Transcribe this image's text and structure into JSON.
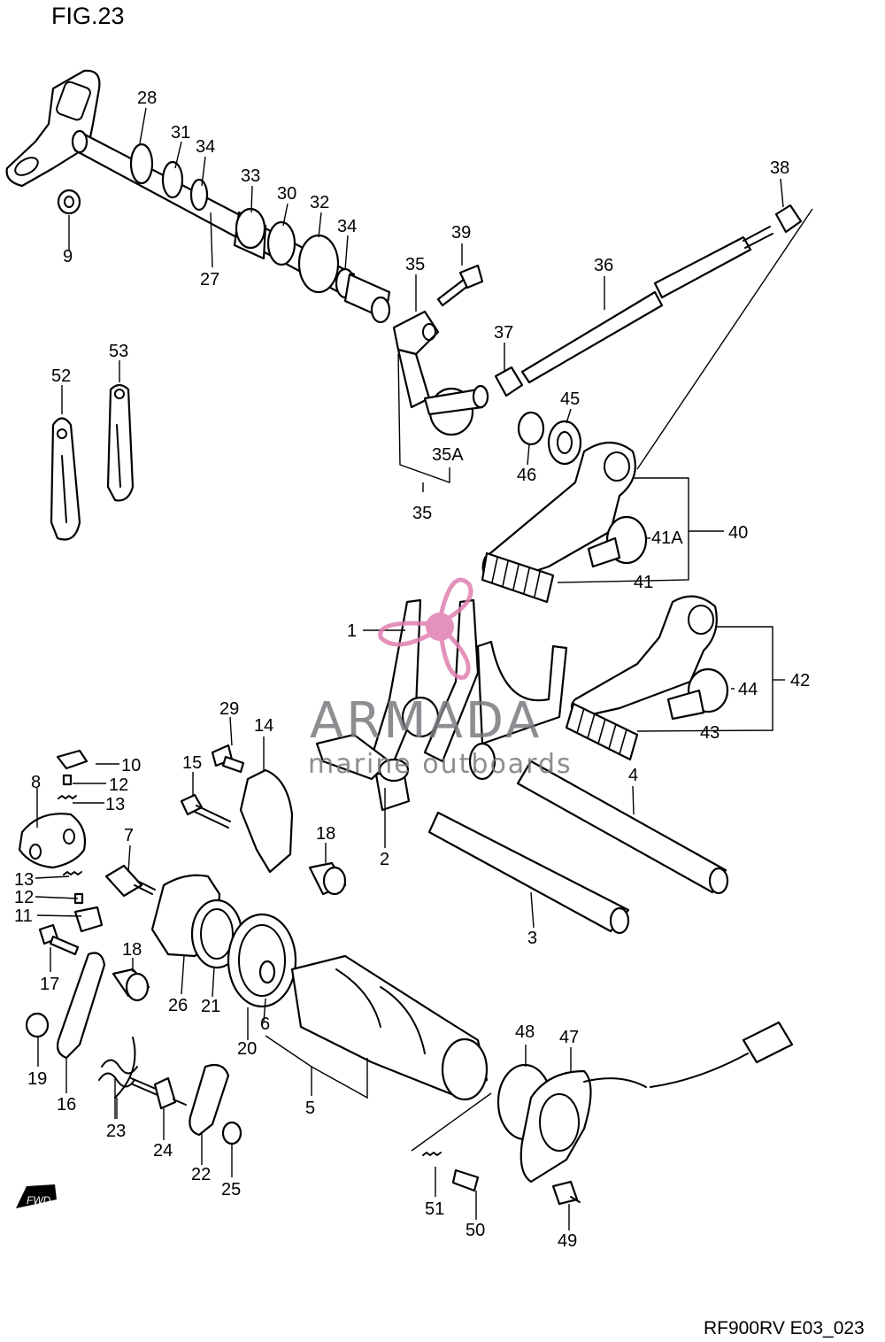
{
  "figure": {
    "title": "FIG.23",
    "code": "RF900RV E03_023",
    "fwd": "FWD"
  },
  "watermark": {
    "brand": "ARMADA",
    "tagline": "marine outboards",
    "color": "#e07fb0"
  },
  "callouts": {
    "c1": "1",
    "c2": "2",
    "c3": "3",
    "c4": "4",
    "c5": "5",
    "c6": "6",
    "c7": "7",
    "c8": "8",
    "c9": "9",
    "c10": "10",
    "c11": "11",
    "c12a": "12",
    "c12b": "12",
    "c13a": "13",
    "c13b": "13",
    "c14": "14",
    "c15": "15",
    "c16": "16",
    "c17": "17",
    "c18a": "18",
    "c18b": "18",
    "c19": "19",
    "c20": "20",
    "c21": "21",
    "c22": "22",
    "c23": "23",
    "c24": "24",
    "c25": "25",
    "c26": "26",
    "c27": "27",
    "c28": "28",
    "c29": "29",
    "c30": "30",
    "c31": "31",
    "c32": "32",
    "c33": "33",
    "c34a": "34",
    "c34b": "34",
    "c35a": "35",
    "c35b": "35",
    "c35A": "35A",
    "c36": "36",
    "c37": "37",
    "c38": "38",
    "c39": "39",
    "c40": "40",
    "c41": "41",
    "c41A": "41A",
    "c42": "42",
    "c43": "43",
    "c44": "44",
    "c45": "45",
    "c46": "46",
    "c47": "47",
    "c48": "48",
    "c49": "49",
    "c50": "50",
    "c51": "51",
    "c52": "52",
    "c53": "53"
  }
}
